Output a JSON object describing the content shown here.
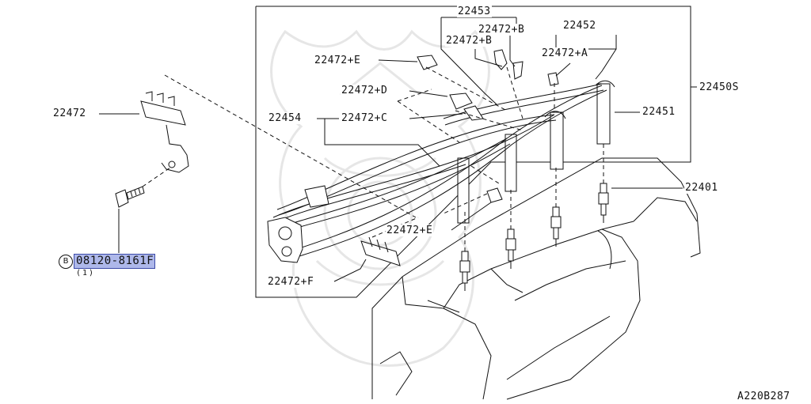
{
  "diagram": {
    "labels": {
      "p22453": "22453",
      "p22472B_top": "22472+B",
      "p22472B_mid": "22472+B",
      "p22452": "22452",
      "p22472A": "22472+A",
      "p22472E_top": "22472+E",
      "p22472D": "22472+D",
      "p22450S": "22450S",
      "p22451": "22451",
      "p22472": "22472",
      "p22454": "22454",
      "p22472C": "22472+C",
      "p22401": "22401",
      "p22472E_bot": "22472+E",
      "p22472F": "22472+F",
      "bolt_part": "08120-8161F",
      "bolt_symbol": "B",
      "bolt_qty": "(1)",
      "drawing_code": "A220B287"
    },
    "highlight_color": "#aeb8ea",
    "highlight_border": "#3b4aa8"
  }
}
